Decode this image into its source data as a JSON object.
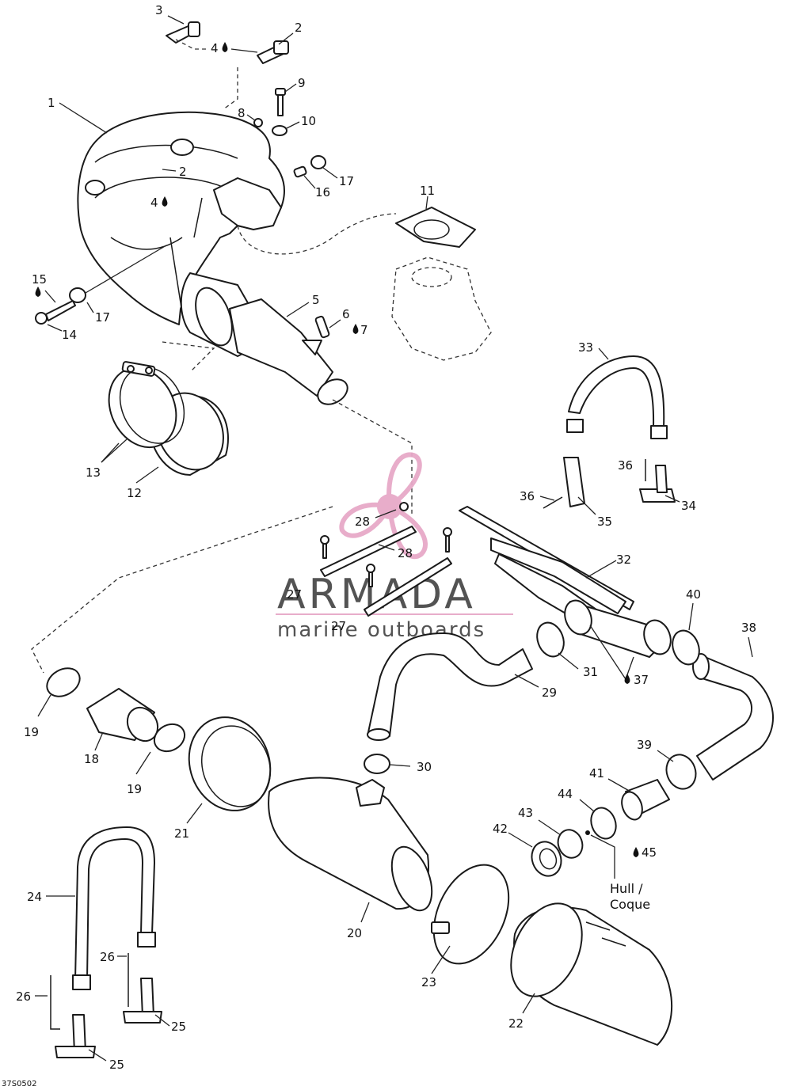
{
  "callouts": {
    "c1": "1",
    "c2a": "2",
    "c2b": "2",
    "c3": "3",
    "c4a": "4",
    "c4b": "4",
    "c5": "5",
    "c6": "6",
    "c7": "7",
    "c8": "8",
    "c9": "9",
    "c10": "10",
    "c11": "11",
    "c12": "12",
    "c13": "13",
    "c14": "14",
    "c15": "15",
    "c16": "16",
    "c17a": "17",
    "c17b": "17",
    "c18": "18",
    "c19a": "19",
    "c19b": "19",
    "c20": "20",
    "c21": "21",
    "c22": "22",
    "c23": "23",
    "c24": "24",
    "c25a": "25",
    "c25b": "25",
    "c26a": "26",
    "c26b": "26",
    "c27a": "27",
    "c27b": "27",
    "c28a": "28",
    "c28b": "28",
    "c29": "29",
    "c30": "30",
    "c31": "31",
    "c32": "32",
    "c33": "33",
    "c34": "34",
    "c35": "35",
    "c36a": "36",
    "c36b": "36",
    "c37": "37",
    "c38": "38",
    "c39": "39",
    "c40": "40",
    "c41": "41",
    "c42": "42",
    "c43": "43",
    "c44": "44",
    "c45": "45"
  },
  "hull_label": {
    "line1": "Hull /",
    "line2": "Coque"
  },
  "diagram_code": "37S0502",
  "watermark": {
    "brand": "ARMADA",
    "tagline": "marine outboards",
    "logo_icon": "propeller-icon",
    "color": "#e7a9c8"
  },
  "lubricant_icon": "oil-drop-icon"
}
